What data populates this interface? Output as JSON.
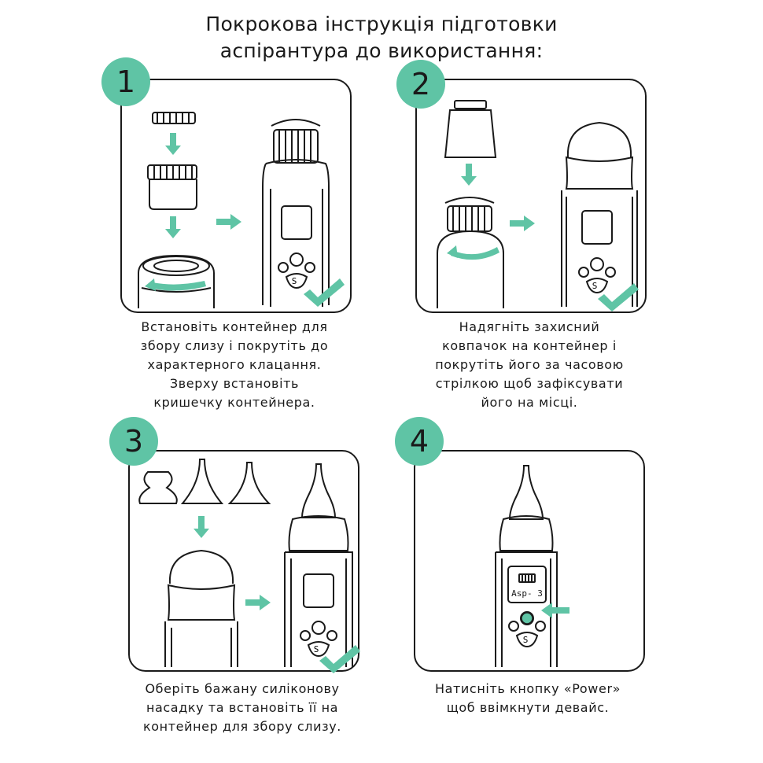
{
  "title": {
    "line1": "Покрокова інструкція підготовки",
    "line2": "аспірантура до використання:"
  },
  "accent_color": "#5fc4a5",
  "steps": [
    {
      "number": "1",
      "caption": [
        "Встановіть контейнер для",
        "збору слизу і покрутіть до",
        "характерного клацання.",
        "Зверху встановіть",
        "кришечку контейнера."
      ]
    },
    {
      "number": "2",
      "caption": [
        "Надягніть захисний",
        "ковпачок на контейнер і",
        "покрутіть його за часовою",
        "стрілкою щоб зафіксувати",
        "його на місці."
      ]
    },
    {
      "number": "3",
      "caption": [
        "Оберіть бажану силіконову",
        "насадку та встановіть її на",
        "контейнер для збору слизу."
      ]
    },
    {
      "number": "4",
      "caption": [
        "Натисніть кнопку «Power»",
        "щоб ввімкнути девайс."
      ]
    }
  ],
  "device_screen": {
    "mode_label": "Asp- 3"
  },
  "button_label": "S",
  "icons": [
    "arrow-down-icon",
    "arrow-right-icon",
    "rotate-arrow-icon",
    "checkmark-icon",
    "battery-icon",
    "power-button-icon"
  ]
}
